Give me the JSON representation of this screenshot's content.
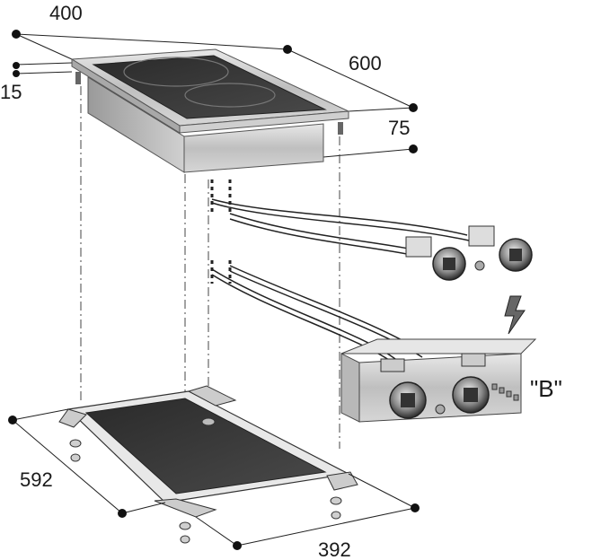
{
  "dimensions": {
    "top_width": "400",
    "top_depth": "600",
    "top_lip": "15",
    "body_height": "75",
    "cutout_depth": "592",
    "cutout_width": "392"
  },
  "callout_label": "\"B\""
}
